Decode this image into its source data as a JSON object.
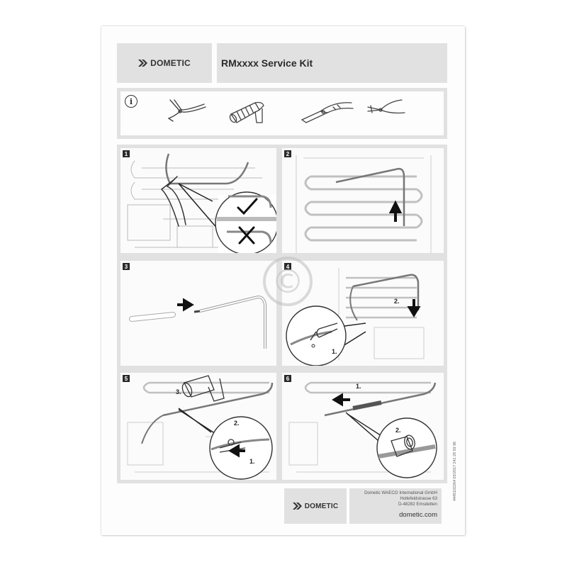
{
  "header": {
    "brand": "DOMETIC",
    "title": "RMxxxx Service Kit"
  },
  "tools": {
    "info_symbol": "i",
    "items": [
      "side-cutter-icon",
      "heat-gun-icon",
      "crimping-pliers-icon",
      "wire-stripper-icon"
    ]
  },
  "steps": [
    {
      "number": "1"
    },
    {
      "number": "2"
    },
    {
      "number": "3"
    },
    {
      "number": "4",
      "sub_labels": [
        "1.",
        "2."
      ]
    },
    {
      "number": "5",
      "sub_labels": [
        "3.",
        "2.",
        "1."
      ]
    },
    {
      "number": "6",
      "sub_labels": [
        "1.",
        "2."
      ]
    }
  ],
  "footer": {
    "brand": "DOMETIC",
    "address_lines": [
      "Dometic WAECO International GmbH",
      "Hollefeldstrasse 63",
      "D-48282 Emsdetten"
    ],
    "website": "dometic.com",
    "side_print": "4445102264   03/2017   241 28 59 96"
  },
  "watermark": "©",
  "colors": {
    "panel": "#e1e1e1",
    "line_art": "#666666",
    "arrow": "#1a1a1a"
  }
}
